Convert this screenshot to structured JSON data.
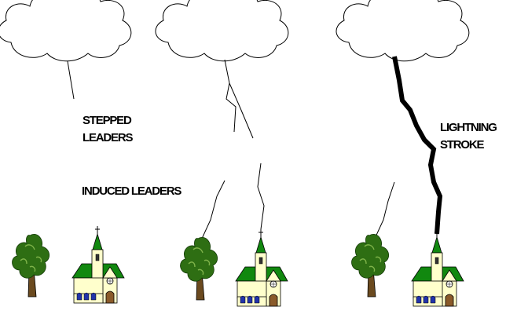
{
  "labels": {
    "stepped_1": "STEPPED",
    "stepped_2": "LEADERS",
    "induced": "INDUCED LEADERS",
    "lightning_1": "LIGHTNING",
    "lightning_2": "STROKE"
  },
  "colors": {
    "roof": "#11880f",
    "wall": "#ffffcc",
    "foliage": "#2e6e13",
    "trunk": "#6b4a1f",
    "bolt": "#000000"
  }
}
